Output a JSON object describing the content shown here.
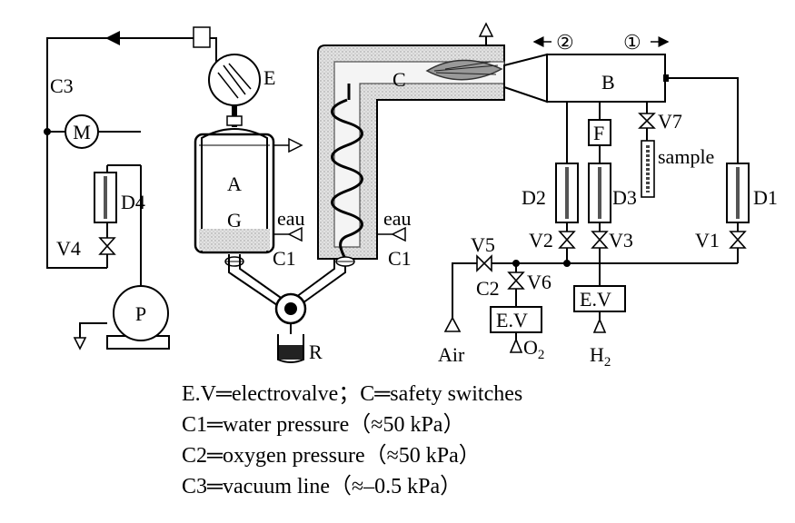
{
  "labels": {
    "E": "E",
    "C3": "C3",
    "M": "M",
    "D4": "D4",
    "V4": "V4",
    "P": "P",
    "A": "A",
    "G": "G",
    "eau_left": "eau",
    "eau_right": "eau",
    "C1_left": "C1",
    "C1_right": "C1",
    "R": "R",
    "C": "C",
    "B": "B",
    "port2": "②",
    "port1": "①",
    "F": "F",
    "V7": "V7",
    "sample": "sample",
    "D2": "D2",
    "D3": "D3",
    "D1": "D1",
    "V2": "V2",
    "V3": "V3",
    "V1": "V1",
    "V5": "V5",
    "V6": "V6",
    "C2": "C2",
    "EV_left": "E.V",
    "EV_right": "E.V",
    "Air": "Air",
    "O2_base": "O",
    "O2_sub": "2",
    "H2_base": "H",
    "H2_sub": "2"
  },
  "legend": [
    "E.V═electrovalve；C═safety switches",
    "C1═water pressure（≈50 kPa）",
    "C2═oxygen pressure（≈50 kPa）",
    "C3═vacuum line（≈–0.5 kPa）"
  ]
}
